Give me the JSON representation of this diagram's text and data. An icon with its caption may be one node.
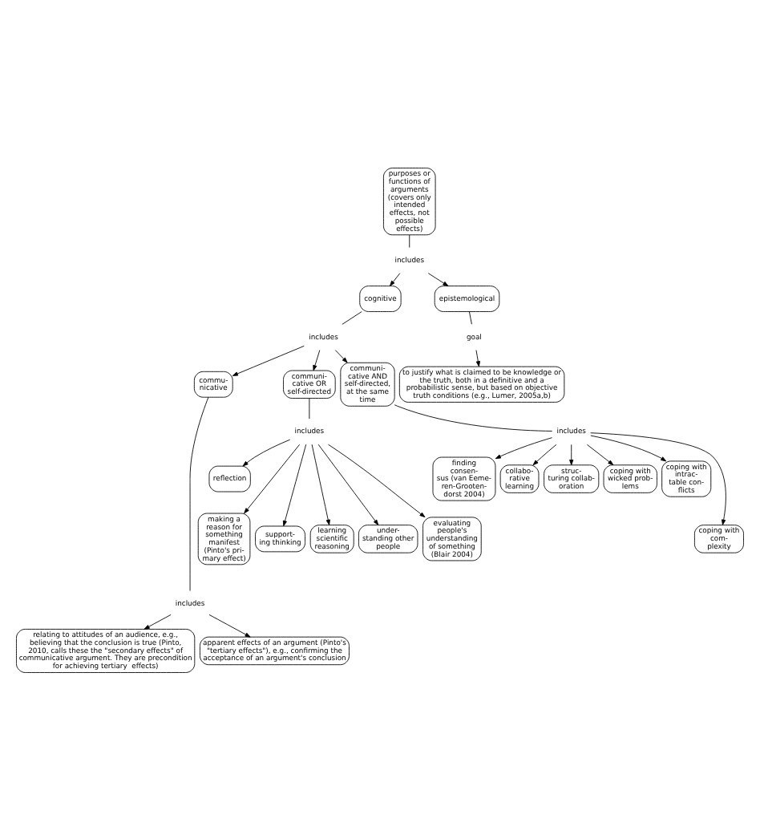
{
  "diagram": {
    "nodes": [
      {
        "text": [
          "purposes or functions of arguments (covers only intended effects, not possible effects)"
        ]
      },
      {
        "text": [
          "includes"
        ]
      },
      {
        "text": [
          "cognitive"
        ]
      },
      {
        "text": [
          "epistemological"
        ]
      },
      {
        "text": [
          "goal"
        ]
      },
      {
        "text": [
          "to justify what is claimed to be knowledge or the truth, both in a definitive and a probabilistic sense, but based on objective truth conditions (e.g., Lumer, 2005a,b)"
        ]
      },
      {
        "text": [
          "includes"
        ]
      },
      {
        "text": [
          "commu- nicative"
        ]
      },
      {
        "text": [
          "communi- cative OR self-directed"
        ]
      },
      {
        "text": [
          "communi- cative AND self-directed, at the same time"
        ]
      },
      {
        "text": [
          "includes"
        ]
      },
      {
        "text": [
          "includes"
        ]
      },
      {
        "text": [
          "reflection"
        ]
      },
      {
        "text": [
          "finding consen- sus (van Eeme- ren-Grooten- dorst 2004)"
        ]
      },
      {
        "text": [
          "collabo- rative learning"
        ]
      },
      {
        "text": [
          "struc- turing collab- oration"
        ]
      },
      {
        "text": [
          "coping with wicked prob- lems"
        ]
      },
      {
        "text": [
          "coping with intrac- table con- flicts"
        ]
      },
      {
        "text": [
          "making a reason for something manifest (Pinto's pri- mary effect)"
        ]
      },
      {
        "text": [
          "support- ing thinking"
        ]
      },
      {
        "text": [
          "learning scientific reasoning"
        ]
      },
      {
        "text": [
          "under- standing other people"
        ]
      },
      {
        "text": [
          "evaluating people's understanding of something (Blair 2004)"
        ]
      },
      {
        "text": [
          "coping with com- plexity"
        ]
      },
      {
        "text": [
          "includes"
        ]
      },
      {
        "text": [
          "relating to attitudes of an audience, e.g., believing that the conclusion is true (Pinto, 2010, calls these the \"secondary effects\" of communicative argument. They are precondition for achieving tertiary  effects)"
        ]
      },
      {
        "text": [
          "apparent effects of an argument (Pinto's \"tertiary effects\"), e.g., confirming the acceptance of an argument's conclusion"
        ]
      }
    ],
    "edges": [
      {
        "from": 0,
        "to": 1,
        "arrow": "none"
      },
      {
        "from": 1,
        "to": 2,
        "arrow": "to"
      },
      {
        "from": 1,
        "to": 3,
        "arrow": "to"
      },
      {
        "from": 3,
        "to": 4,
        "arrow": "none"
      },
      {
        "from": 4,
        "to": 5,
        "arrow": "to"
      },
      {
        "from": 2,
        "to": 6,
        "arrow": "none"
      },
      {
        "from": 6,
        "to": 7,
        "arrow": "to"
      },
      {
        "from": 6,
        "to": 8,
        "arrow": "to"
      },
      {
        "from": 6,
        "to": 9,
        "arrow": "to"
      },
      {
        "from": 8,
        "to": 10,
        "arrow": "none"
      },
      {
        "from": 9,
        "to": 11,
        "arrow": "none"
      },
      {
        "from": 10,
        "to": 12,
        "arrow": "to"
      },
      {
        "from": 10,
        "to": 18,
        "arrow": "to"
      },
      {
        "from": 10,
        "to": 19,
        "arrow": "to"
      },
      {
        "from": 10,
        "to": 20,
        "arrow": "to"
      },
      {
        "from": 10,
        "to": 21,
        "arrow": "to"
      },
      {
        "from": 10,
        "to": 22,
        "arrow": "to"
      },
      {
        "from": 11,
        "to": 13,
        "arrow": "to"
      },
      {
        "from": 11,
        "to": 14,
        "arrow": "to"
      },
      {
        "from": 11,
        "to": 15,
        "arrow": "to"
      },
      {
        "from": 11,
        "to": 16,
        "arrow": "to"
      },
      {
        "from": 11,
        "to": 17,
        "arrow": "to"
      },
      {
        "from": 11,
        "to": 23,
        "arrow": "to"
      },
      {
        "from": 7,
        "to": 24,
        "arrow": "none"
      },
      {
        "from": 24,
        "to": 25,
        "arrow": "to"
      },
      {
        "from": 24,
        "to": 26,
        "arrow": "to"
      }
    ]
  }
}
